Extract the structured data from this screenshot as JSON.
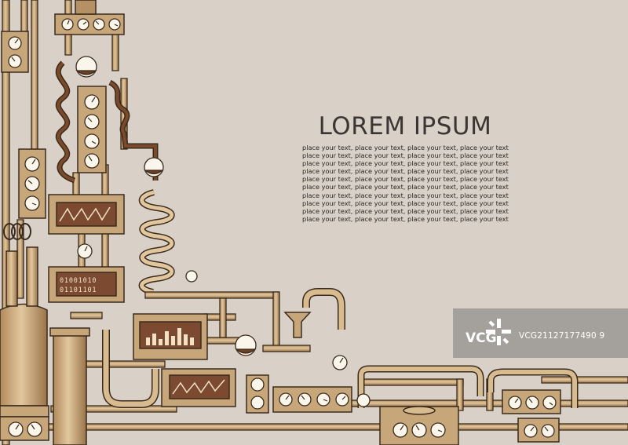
{
  "heading": "LOREM IPSUM",
  "body_lines": [
    "place your text, place your text, place your text, place your text",
    "place your text, place your text, place your text, place your text",
    "place your text, place your text, place your text, place your text",
    "place your text, place your text, place your text, place your text",
    "place your text, place your text, place your text, place your text",
    "place your text, place your text, place your text, place your text",
    "place your text, place your text, place your text, place your text",
    "place your text, place your text, place your text, place your text",
    "place your text, place your text, place your text, place your text",
    "place your text, place your text, place your text, place your text"
  ],
  "display_digits": {
    "row1": "01001010",
    "row2": "01101101"
  },
  "watermark": {
    "logo": "VCG",
    "id_text": "VCG21127177490 9"
  },
  "colors": {
    "background": "#d9d1c7",
    "brass": "#c7a77a",
    "brass_dark": "#8e6e46",
    "outline": "#3a2a1c",
    "dark_liquid": "#6b3e22",
    "text": "#3b3533"
  }
}
